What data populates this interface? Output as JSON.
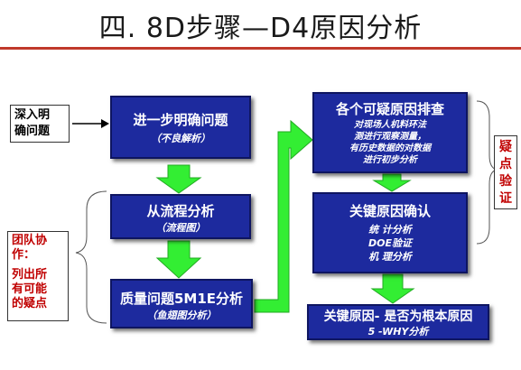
{
  "title": "四. 8D步骤—D4原因分析",
  "input_box": {
    "line1": "深入明",
    "line2": "确问题"
  },
  "team_box": {
    "heading_line1": "团队协",
    "heading_line2": "作：",
    "body_line1": "列出所",
    "body_line2": "有可能",
    "body_line3": "的疑点"
  },
  "verify_box": {
    "chars": [
      "疑",
      "点",
      "验",
      "证"
    ]
  },
  "steps": [
    {
      "main": "进一步明确问题",
      "sub": "（不良解析）"
    },
    {
      "main": "从流程分析",
      "sub": "（流程图）"
    },
    {
      "main": "质量问题5M1E分析",
      "sub": "（鱼翅图分析）"
    },
    {
      "main": "各个可疑原因排查",
      "sub_lines": [
        "对现场人机料环法",
        "测进行观察测量，",
        "有历史数据的对数据",
        "进行初步分析"
      ]
    },
    {
      "main": "关键原因确认",
      "sub_lines": [
        "统 计分析",
        "DOE验证",
        "机 理分析"
      ]
    },
    {
      "main": "关键原因- 是否为根本原因",
      "sub": "5 -WHY分析"
    }
  ],
  "colors": {
    "box_fill": "#1d2a9e",
    "arrow_green": "#33ee33",
    "side_text": "#c00000",
    "title_rule": "#c0392b"
  }
}
